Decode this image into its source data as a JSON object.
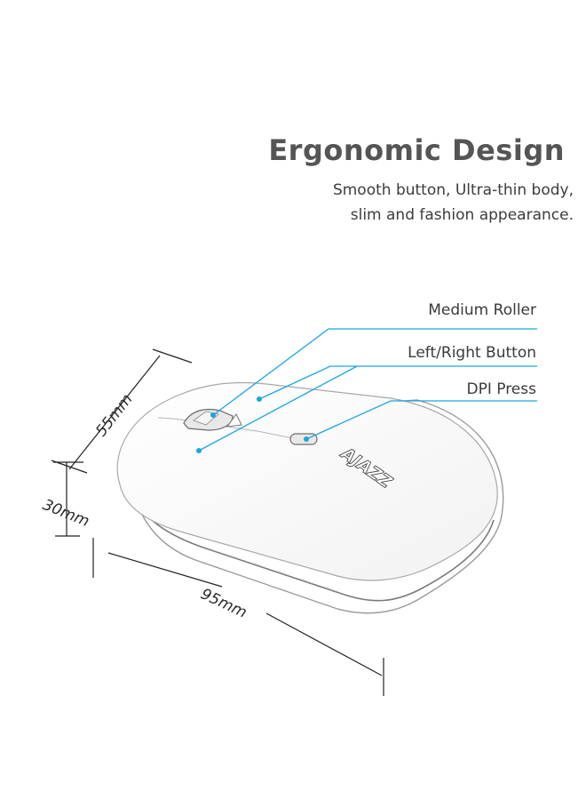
{
  "heading": {
    "title": "Ergonomic Design",
    "subtitle_line1": "Smooth button, Ultra-thin body,",
    "subtitle_line2": "slim and fashion appearance."
  },
  "callouts": {
    "roller": "Medium Roller",
    "buttons": "Left/Right Button",
    "dpi": "DPI Press"
  },
  "dimensions": {
    "width": "55mm",
    "height": "30mm",
    "length": "95mm"
  },
  "product": {
    "logo_text": "AJAZZ"
  },
  "colors": {
    "callout_line": "#1aa6e0",
    "title": "#555555"
  }
}
